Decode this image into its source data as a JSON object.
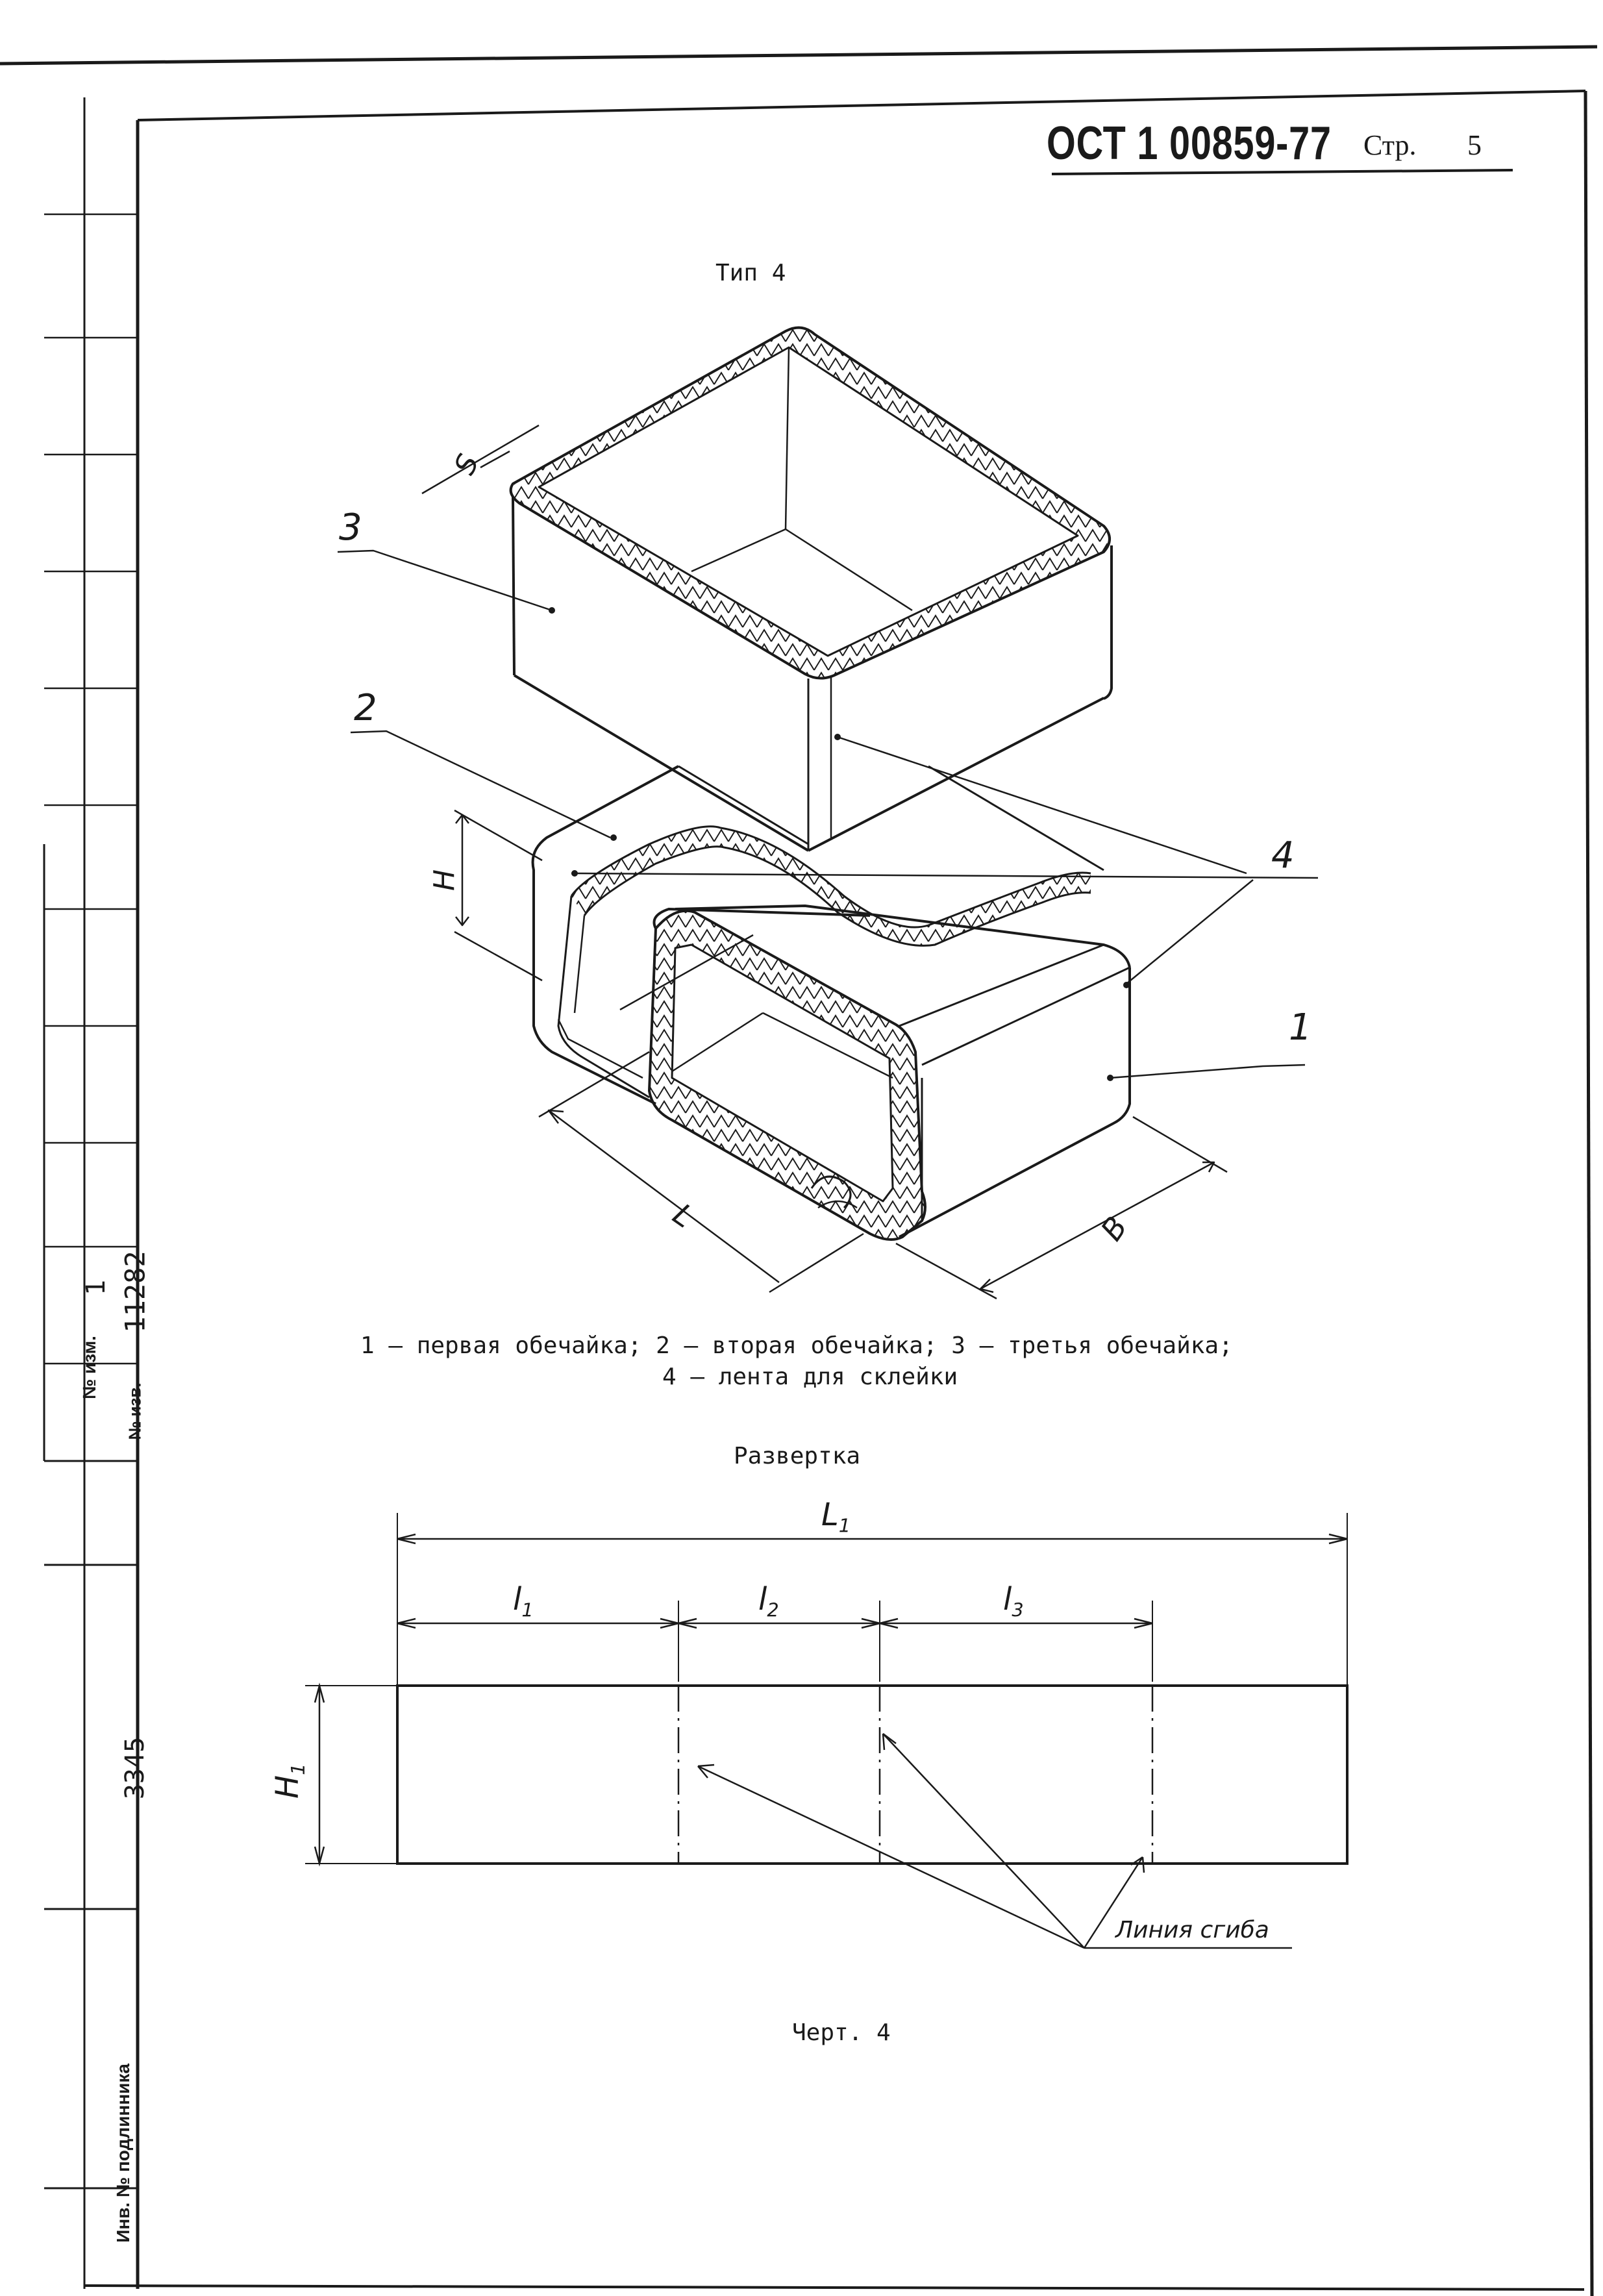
{
  "header": {
    "standard_code": "ОСТ 1 00859-77",
    "page_label": "Стр.",
    "page_number": "5"
  },
  "figure_type": "Тип 4",
  "isometric_labels": {
    "s": "S",
    "h": "H",
    "l": "L",
    "b": "B",
    "part_1": "1",
    "part_2": "2",
    "part_3": "3",
    "part_4": "4"
  },
  "legend": {
    "line1": "1 – первая обечайка; 2 – вторая обечайка; 3 – третья обечайка;",
    "line2": "4 – лента для склейки"
  },
  "unfolding": {
    "title": "Развертка",
    "total_length": "L1",
    "l1": "l1",
    "l2": "l2",
    "l3": "l3",
    "height": "H1",
    "fold_line_label": "Линия сгиба"
  },
  "drawing_caption": "Черт. 4",
  "side_stamp": {
    "izm_no_label": "№ изм.",
    "izm_no_value": "1",
    "izv_no_label": "№ изв.",
    "izv_no_value": "11282",
    "sheet_value": "3345",
    "inv_label": "Инв. № подлинника"
  }
}
